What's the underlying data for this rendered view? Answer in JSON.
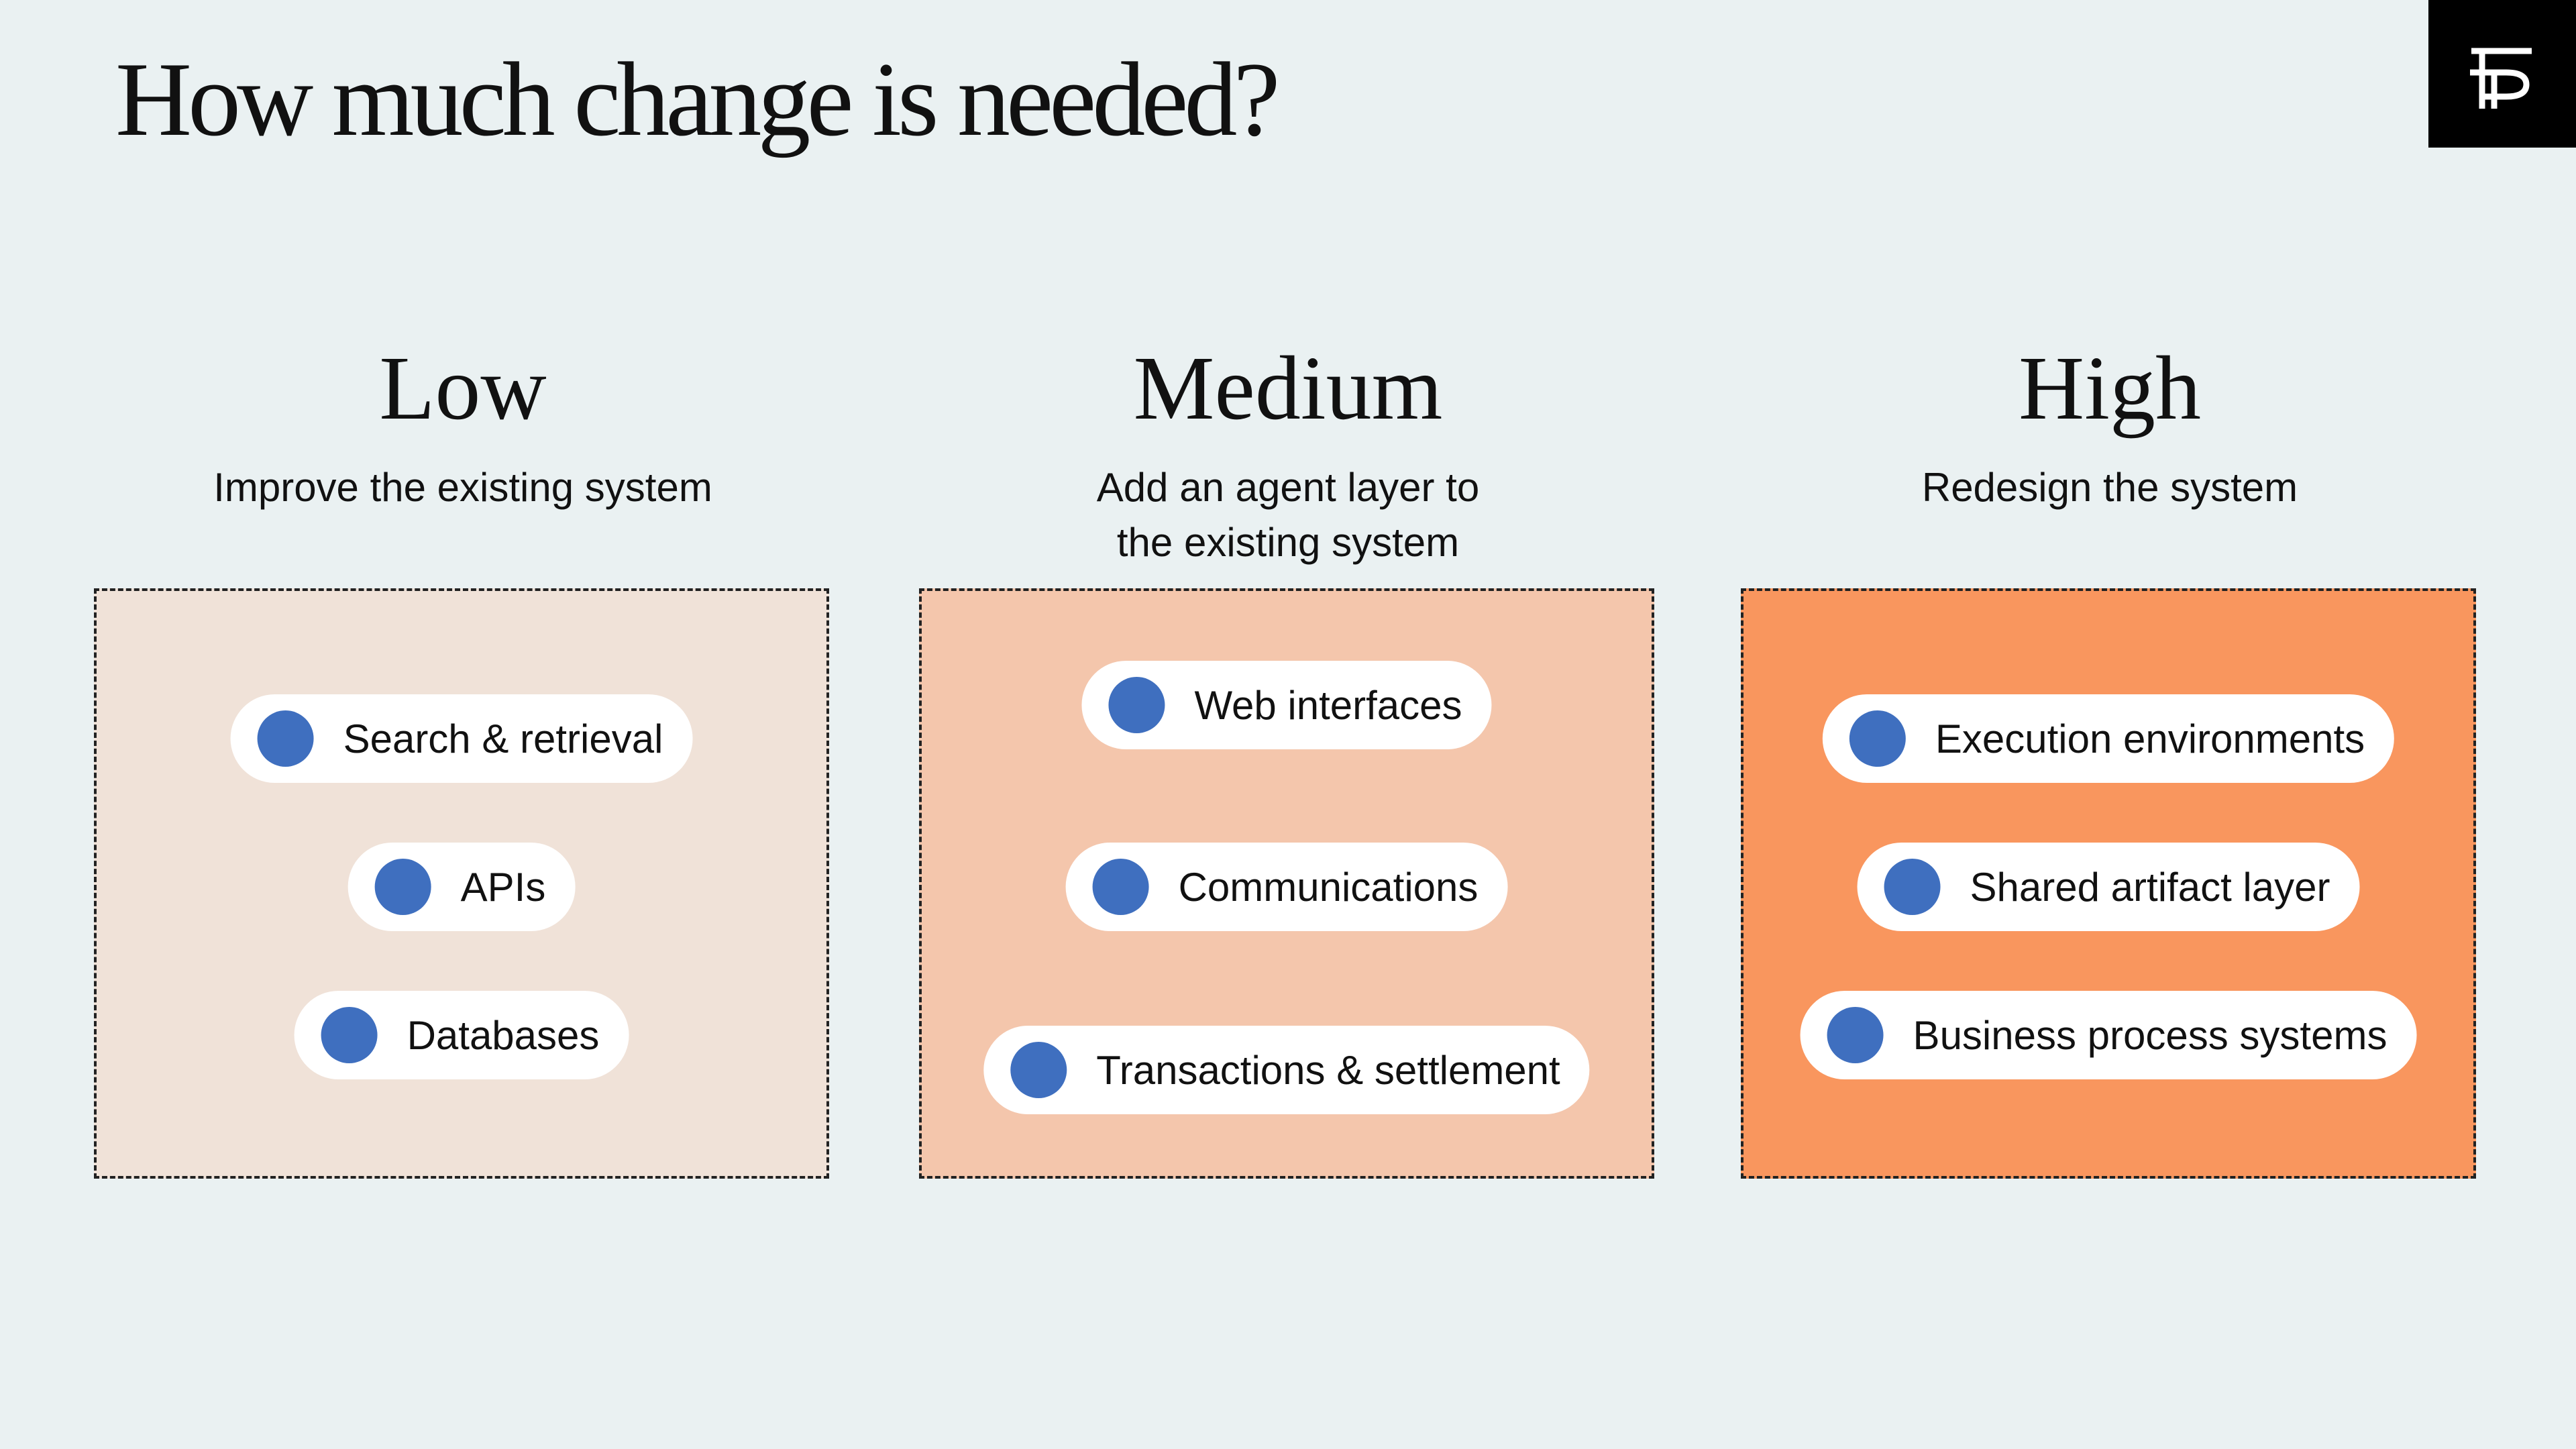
{
  "title": "How much change is needed?",
  "logo": {
    "icon": "brand-logo-icon"
  },
  "colors": {
    "background": "#EAF1F2",
    "low_box": "#F0E2D8",
    "medium_box": "#F4C6AC",
    "high_box": "#F9965E",
    "dot": "#3F6FBF"
  },
  "columns": [
    {
      "heading": "Low",
      "subtitle": "Improve the existing system",
      "items": [
        "Search & retrieval",
        "APIs",
        "Databases"
      ]
    },
    {
      "heading": "Medium",
      "subtitle": "Add an agent layer to\nthe existing system",
      "items": [
        "Web interfaces",
        "Communications",
        "Transactions & settlement"
      ]
    },
    {
      "heading": "High",
      "subtitle": "Redesign the system",
      "items": [
        "Execution environments",
        "Shared artifact layer",
        "Business process systems"
      ]
    }
  ]
}
